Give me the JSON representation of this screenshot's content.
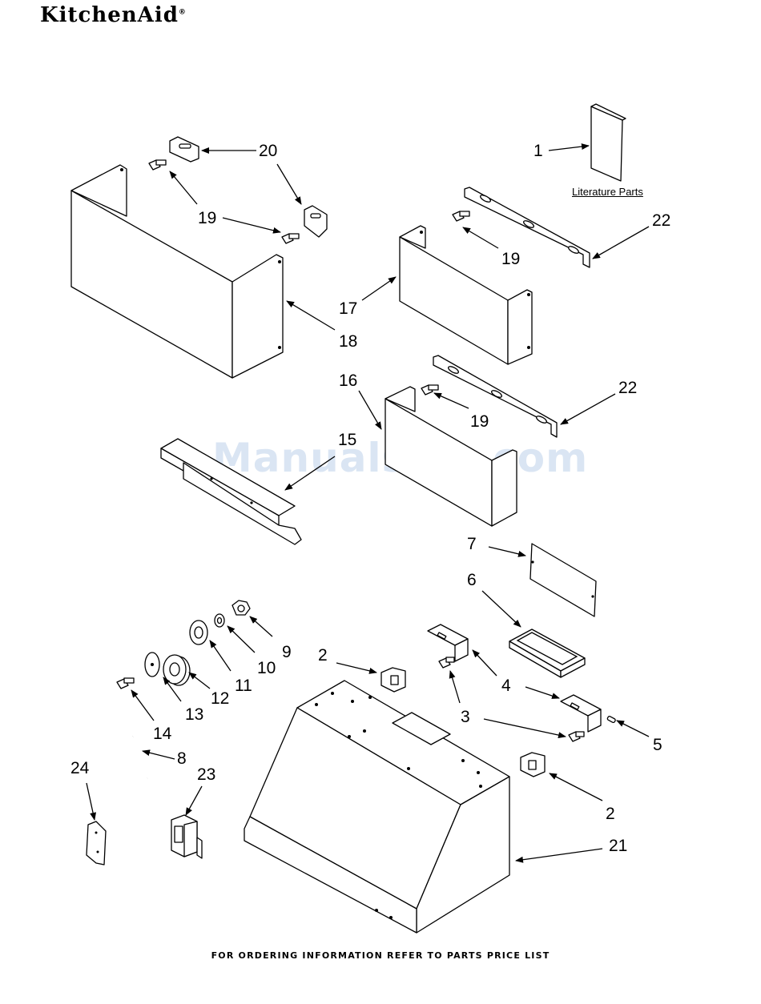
{
  "brand": {
    "name": "KitchenAid",
    "mark": "®"
  },
  "footer_text": "FOR ORDERING INFORMATION REFER TO PARTS PRICE LIST",
  "watermark": "ManualsLib.com",
  "literature_label": "Literature Parts",
  "callouts": {
    "c1": "1",
    "c2a": "2",
    "c2b": "2",
    "c3": "3",
    "c4": "4",
    "c5": "5",
    "c6": "6",
    "c7": "7",
    "c8": "8",
    "c9": "9",
    "c10": "10",
    "c11": "11",
    "c12": "12",
    "c13": "13",
    "c14": "14",
    "c15": "15",
    "c16": "16",
    "c17": "17",
    "c18": "18",
    "c19a": "19",
    "c19b": "19",
    "c19c": "19",
    "c20": "20",
    "c21": "21",
    "c22a": "22",
    "c22b": "22",
    "c23": "23",
    "c24": "24"
  }
}
